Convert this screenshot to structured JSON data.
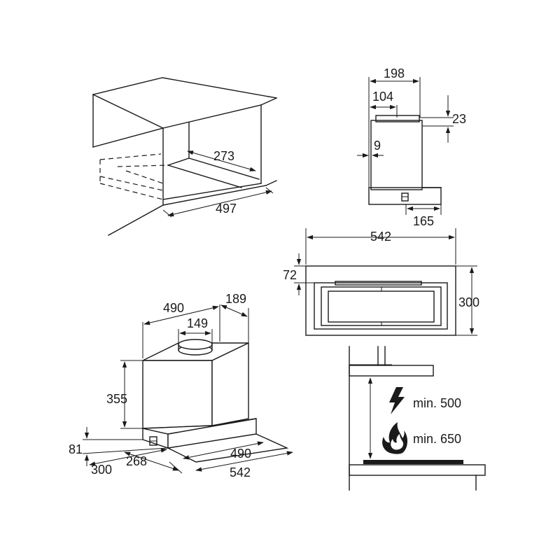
{
  "top_left": {
    "depth_label": "273",
    "width_label": "497"
  },
  "top_right": {
    "width_label": "198",
    "offset_label": "104",
    "height_label": "23",
    "gap_label": "9",
    "bottom_label": "165"
  },
  "middle_right": {
    "width_label": "542",
    "inset_label": "72",
    "depth_label": "300"
  },
  "bottom_left": {
    "top_width_label": "490",
    "top_depth_label": "189",
    "duct_label": "149",
    "height_label": "355",
    "lower_label": "81",
    "side_label": "300",
    "front_label": "268",
    "front_width_label": "490",
    "overall_width_label": "542"
  },
  "bottom_right": {
    "electric_label": "min. 500",
    "gas_label": "min. 650"
  },
  "icons": [
    "lightning-icon",
    "flame-icon"
  ]
}
